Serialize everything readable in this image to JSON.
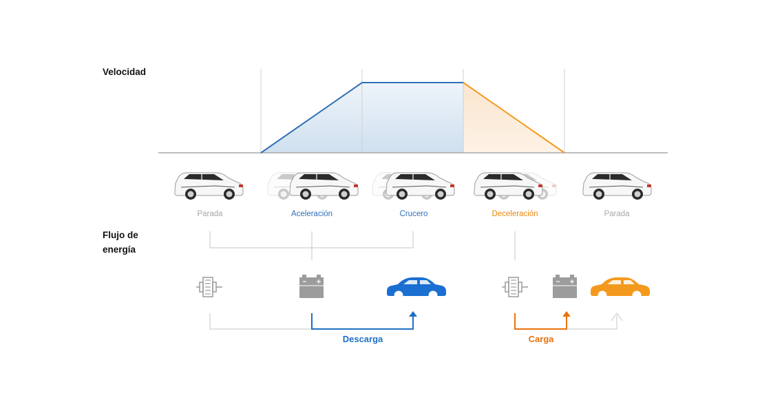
{
  "labels": {
    "speed": "Velocidad",
    "energy_flow": "Flujo de energía"
  },
  "phases": [
    {
      "name": "Parada",
      "tone": "grey"
    },
    {
      "name": "Aceleración",
      "tone": "blue"
    },
    {
      "name": "Crucero",
      "tone": "blue"
    },
    {
      "name": "Deceleración",
      "tone": "orange"
    },
    {
      "name": "Parada",
      "tone": "grey"
    }
  ],
  "flows": {
    "discharge": "Descarga",
    "charge": "Carga"
  },
  "colors": {
    "blue": "#2e6fb7",
    "discharge_blue": "#1f6fc4",
    "orange": "#f39a1e",
    "grey": "#a8a8a8",
    "car_blue": "#1a6fd1",
    "car_orange": "#f39a1e"
  },
  "icons": [
    "motor-icon",
    "battery-icon",
    "car-icon",
    "motor-icon",
    "battery-icon",
    "car-icon"
  ]
}
